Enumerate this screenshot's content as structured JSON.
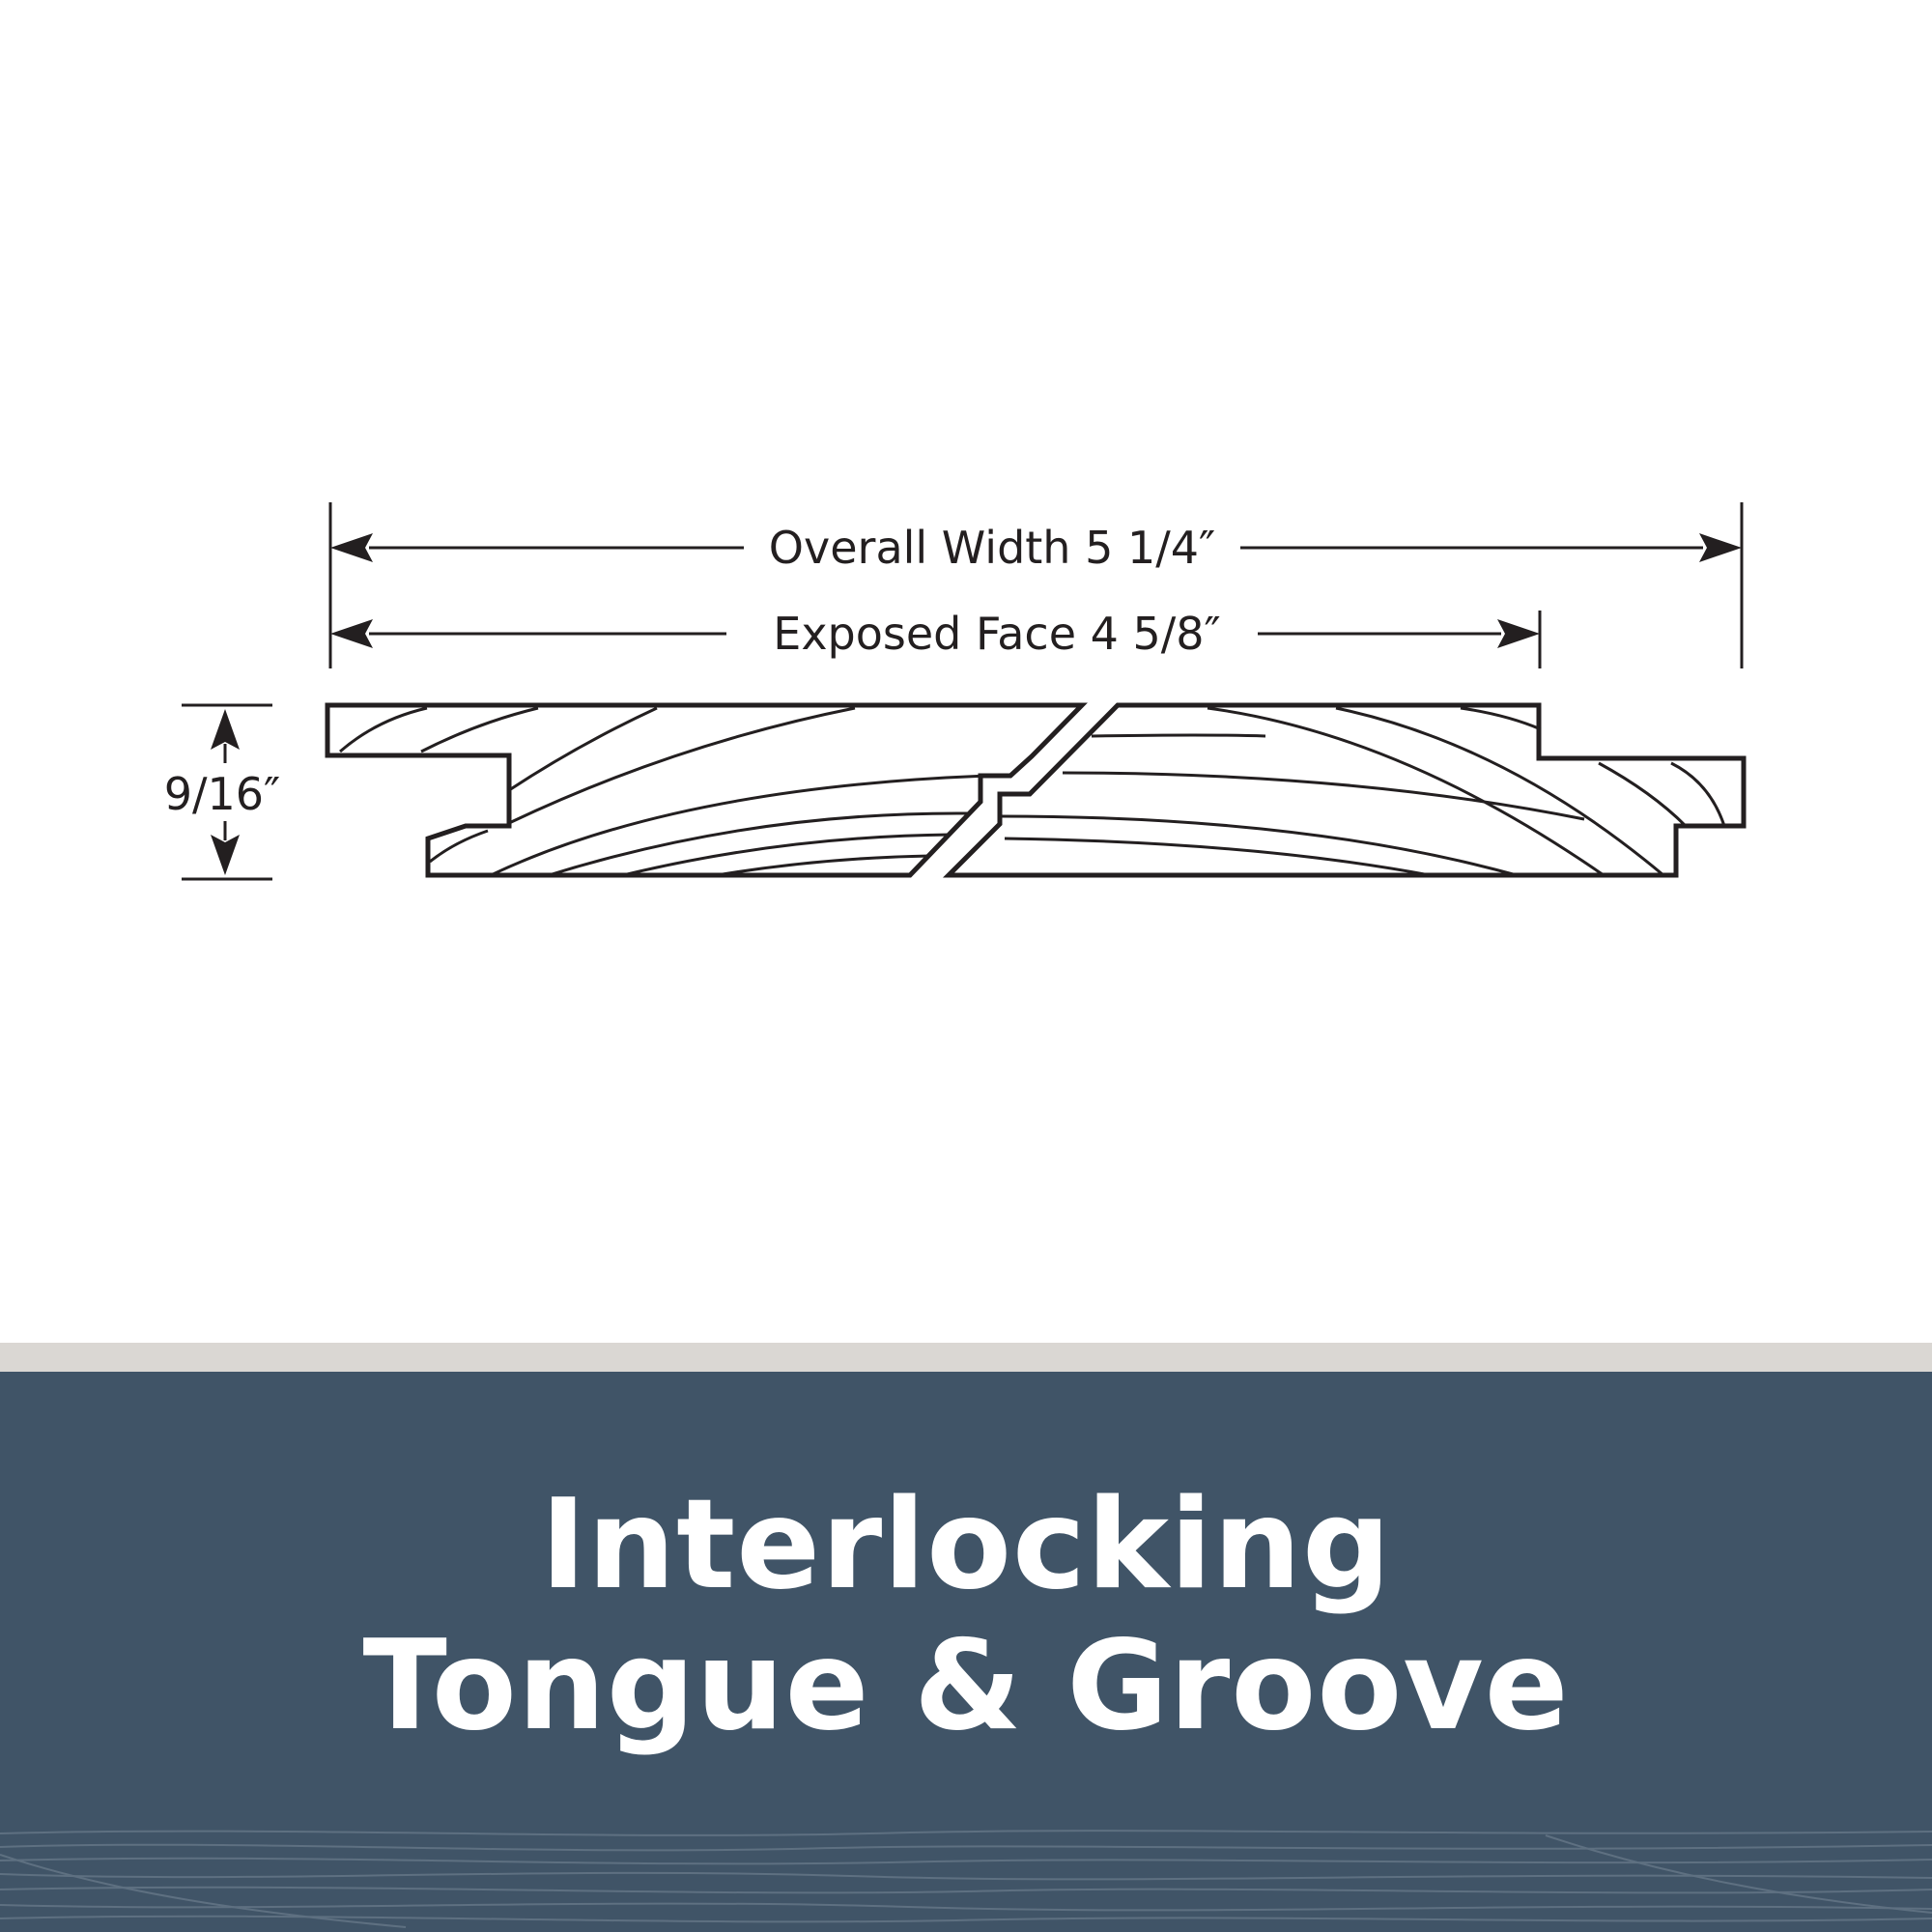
{
  "dimensions": {
    "overall_width": "Overall Width 5 1/4″",
    "exposed_face": "Exposed Face 4 5/8″",
    "thickness": "9/16″"
  },
  "banner": {
    "line1": "Interlocking",
    "line2": "Tongue & Groove"
  },
  "colors": {
    "background": "#ffffff",
    "line": "#231f20",
    "divider": "#dad7d3",
    "banner": "#405467",
    "banner_text": "#ffffff",
    "wave": "#6b7c8c"
  }
}
